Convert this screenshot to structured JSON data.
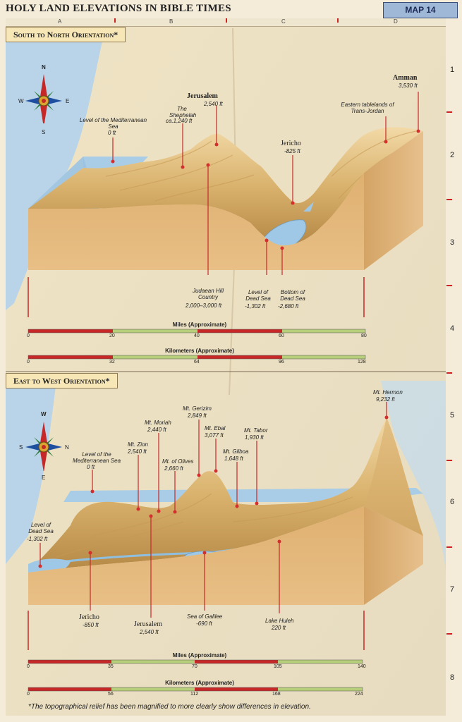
{
  "header": {
    "title": "HOLY LAND ELEVATIONS IN BIBLE TIMES",
    "map_label": "MAP 14"
  },
  "grid": {
    "columns": [
      "A",
      "B",
      "C",
      "D"
    ],
    "rows": [
      "1",
      "2",
      "3",
      "4",
      "5",
      "6",
      "7",
      "8"
    ]
  },
  "section1": {
    "heading": "South to North Orientation*",
    "compass": {
      "north": "N",
      "south": "S",
      "east": "E",
      "west": "W"
    },
    "labels": {
      "jerusalem_name": "Jerusalem",
      "jerusalem_elev": "2,540 ft",
      "amman_name": "Amman",
      "amman_elev": "3,530 ft",
      "med_sea": "Level of the Mediterranean Sea",
      "med_sea_elev": "0 ft",
      "shephelah": "The Shephelah",
      "shephelah_elev": "ca.1,240 ft",
      "eastern_tablelands": "Eastern tablelands of Trans-Jordan",
      "jericho_name": "Jericho",
      "jericho_elev": "-825 ft",
      "judaean": "Judaean Hill Country",
      "judaean_elev": "2,000–3,000 ft",
      "dead_sea_level": "Level of Dead Sea",
      "dead_sea_level_elev": "-1,302 ft",
      "dead_sea_bottom": "Bottom of Dead Sea",
      "dead_sea_bottom_elev": "-2,680 ft"
    },
    "scale_miles": {
      "title": "Miles (Approximate)",
      "ticks": [
        "0",
        "20",
        "40",
        "60",
        "80"
      ]
    },
    "scale_km": {
      "title": "Kilometers (Approximate)",
      "ticks": [
        "0",
        "32",
        "64",
        "96",
        "128"
      ]
    }
  },
  "section2": {
    "heading": "East to West Orientation*",
    "compass": {
      "north": "W",
      "south": "E",
      "east": "N",
      "west": "S"
    },
    "labels": {
      "hermon_name": "Mt. Hermon",
      "hermon_elev": "9,232 ft",
      "gerizim_name": "Mt. Gerizim",
      "gerizim_elev": "2,849 ft",
      "moriah_name": "Mt. Moriah",
      "moriah_elev": "2,440 ft",
      "ebal_name": "Mt. Ebal",
      "ebal_elev": "3,077 ft",
      "tabor_name": "Mt. Tabor",
      "tabor_elev": "1,930 ft",
      "zion_name": "Mt. Zion",
      "zion_elev": "2,540 ft",
      "gilboa_name": "Mt. Gilboa",
      "gilboa_elev": "1,648 ft",
      "olives_name": "Mt. of Olives",
      "olives_elev": "2,660 ft",
      "med_sea": "Level of the Mediterranean Sea",
      "med_sea_elev": "0 ft",
      "dead_sea": "Level of Dead Sea",
      "dead_sea_elev": "-1,302 ft",
      "jericho_name": "Jericho",
      "jericho_elev": "-850 ft",
      "jerusalem_name": "Jerusalem",
      "jerusalem_elev": "2,540 ft",
      "galilee_name": "Sea of Galilee",
      "galilee_elev": "-690 ft",
      "huleh_name": "Lake Huleh",
      "huleh_elev": "220 ft"
    },
    "scale_miles": {
      "title": "Miles (Approximate)",
      "ticks": [
        "0",
        "35",
        "70",
        "105",
        "140"
      ]
    },
    "scale_km": {
      "title": "Kilometers (Approximate)",
      "ticks": [
        "0",
        "56",
        "112",
        "168",
        "224"
      ]
    }
  },
  "footnote": "*The topographical relief has been magnified to more clearly show differences in elevation."
}
